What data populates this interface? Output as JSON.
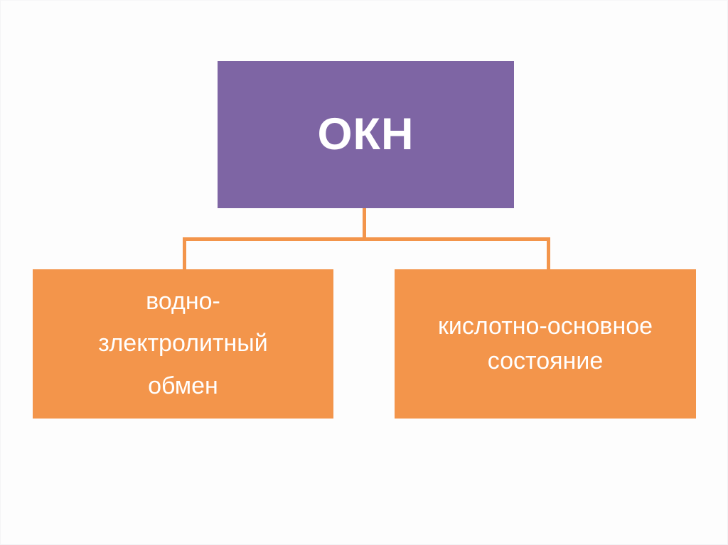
{
  "slide": {
    "background_color": "#fdfdfd",
    "type": "hierarchy-diagram"
  },
  "diagram": {
    "root": {
      "label": "ОКН",
      "fill_color": "#7e65a4",
      "text_color": "#ffffff"
    },
    "connector": {
      "color": "#f3954b",
      "style": "elbow"
    },
    "children": [
      {
        "label": "водно-\nзлектролитный\nобмен",
        "line1": "водно-",
        "line2": "злектролитный",
        "line3": "обмен",
        "fill_color": "#f3954b",
        "text_color": "#ffffff"
      },
      {
        "label": "кислотно-основное\nсостояние",
        "line1": "кислотно-основное",
        "line2": "состояние",
        "line3": "",
        "fill_color": "#f3954b",
        "text_color": "#ffffff"
      }
    ]
  }
}
